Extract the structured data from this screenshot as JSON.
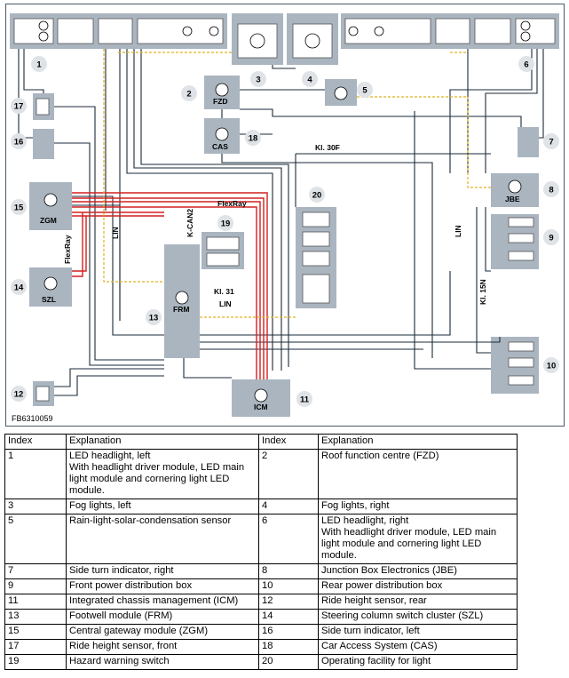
{
  "figure_id": "FB6310059",
  "component_labels": {
    "fzd": "FZD",
    "cas": "CAS",
    "zgm": "ZGM",
    "szl": "SZL",
    "frm": "FRM",
    "icm": "ICM",
    "jbe": "JBE"
  },
  "line_labels": {
    "flexray_top": "FlexRay",
    "flexray_side": "FlexRay",
    "kcan2": "K-CAN2",
    "lin_left": "LIN",
    "lin_frm": "LIN",
    "lin_right": "LIN",
    "kl31": "Kl. 31",
    "kl30f": "Kl. 30F",
    "kl15n": "Kl. 15N"
  },
  "callouts": [
    "1",
    "2",
    "3",
    "4",
    "5",
    "6",
    "7",
    "8",
    "9",
    "10",
    "11",
    "12",
    "13",
    "14",
    "15",
    "16",
    "17",
    "18",
    "19",
    "20"
  ],
  "legend": {
    "header": {
      "index": "Index",
      "explanation": "Explanation"
    },
    "rows": [
      {
        "i1": "1",
        "e1": "LED headlight, left\nWith headlight driver module, LED main light module and cornering light LED module.",
        "i2": "2",
        "e2": "Roof function centre (FZD)"
      },
      {
        "i1": "3",
        "e1": "Fog lights, left",
        "i2": "4",
        "e2": "Fog lights, right"
      },
      {
        "i1": "5",
        "e1": "Rain-light-solar-condensation sensor",
        "i2": "6",
        "e2": "LED headlight, right\nWith headlight driver module, LED main light module and cornering light LED module."
      },
      {
        "i1": "7",
        "e1": "Side turn indicator, right",
        "i2": "8",
        "e2": "Junction Box Electronics (JBE)"
      },
      {
        "i1": "9",
        "e1": "Front power distribution box",
        "i2": "10",
        "e2": "Rear power distribution box"
      },
      {
        "i1": "11",
        "e1": "Integrated chassis management (ICM)",
        "i2": "12",
        "e2": "Ride height sensor, rear"
      },
      {
        "i1": "13",
        "e1": "Footwell module (FRM)",
        "i2": "14",
        "e2": "Steering column switch cluster (SZL)"
      },
      {
        "i1": "15",
        "e1": "Central gateway module (ZGM)",
        "i2": "16",
        "e2": "Side turn indicator, left"
      },
      {
        "i1": "17",
        "e1": "Ride height sensor, front",
        "i2": "18",
        "e2": "Car Access System (CAS)"
      },
      {
        "i1": "19",
        "e1": "Hazard warning switch",
        "i2": "20",
        "e2": "Operating facility for light"
      }
    ]
  },
  "colors": {
    "box": "#aab5c0",
    "wire": "#1a2a3a",
    "flexray": "#d42020",
    "lin": "#e0b020",
    "callout": "#dfe3e7"
  }
}
